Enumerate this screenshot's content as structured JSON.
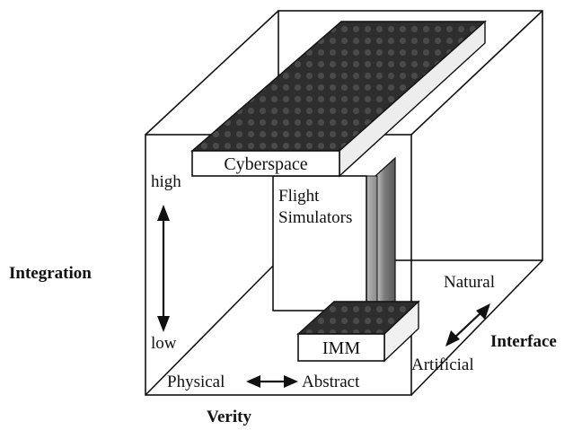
{
  "diagram": {
    "axes": {
      "vertical": {
        "name": "Integration",
        "high": "high",
        "low": "low"
      },
      "horizontal": {
        "name": "Verity",
        "left": "Physical",
        "right": "Abstract"
      },
      "depth": {
        "name": "Interface",
        "near": "Artificial",
        "far": "Natural"
      }
    },
    "blocks": {
      "top": "Cyberspace",
      "bottom": "IMM"
    },
    "pillar_label": [
      "Flight",
      "Simulators"
    ]
  },
  "colors": {
    "line": "#111111",
    "slab_top": "#2b2b2b",
    "slab_front": "#ffffff"
  }
}
